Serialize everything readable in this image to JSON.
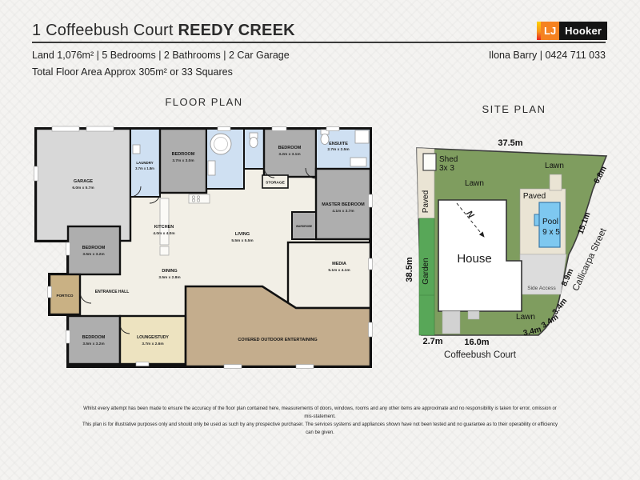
{
  "header": {
    "address": "1 Coffeebush Court",
    "suburb": "REEDY CREEK",
    "logo": {
      "lj": "LJ",
      "hooker": "Hooker"
    },
    "details": "Land 1,076m² | 5 Bedrooms | 2 Bathrooms | 2 Car Garage",
    "agent": "Ilona Barry | 0424 711 033",
    "floor_area": "Total Floor Area Approx 305m² or 33 Squares"
  },
  "floor_plan": {
    "title": "FLOOR PLAN",
    "rooms": {
      "garage": {
        "name": "GARAGE",
        "dims": "6.0m x 5.7m"
      },
      "laundry": {
        "name": "LAUNDRY",
        "dims": "3.7m x 1.8m"
      },
      "bedroom2": {
        "name": "BEDROOM",
        "dims": "3.7m x 3.0m"
      },
      "bedroom3": {
        "name": "BEDROOM",
        "dims": "3.2m x 3.1m"
      },
      "ensuite": {
        "name": "ENSUITE",
        "dims": "2.7m x 2.5m"
      },
      "master": {
        "name": "MASTER BEDROOM",
        "dims": "4.1m x 3.7m"
      },
      "wardrobe": {
        "name": "WARDROBE"
      },
      "storage": {
        "name": "STORAGE"
      },
      "kitchen": {
        "name": "KITCHEN",
        "dims": "4.0m x 4.0m"
      },
      "living": {
        "name": "LIVING",
        "dims": "5.5m x 5.5m"
      },
      "dining": {
        "name": "DINING",
        "dims": "3.5m x 2.8m"
      },
      "media": {
        "name": "MEDIA",
        "dims": "5.1m x 4.1m"
      },
      "bedroom4": {
        "name": "BEDROOM",
        "dims": "3.5m x 3.2m"
      },
      "entrance": {
        "name": "ENTRANCE HALL"
      },
      "portico": {
        "name": "PORTICO"
      },
      "bedroom5": {
        "name": "BEDROOM",
        "dims": "3.5m x 3.2m"
      },
      "lounge": {
        "name": "LOUNGE/STUDY",
        "dims": "3.7m x 2.6m"
      },
      "outdoor": {
        "name": "COVERED OUTDOOR ENTERTAINING"
      }
    }
  },
  "site_plan": {
    "title": "SITE PLAN",
    "labels": {
      "shed": "Shed",
      "shed_size": "3x 3",
      "lawn_top_left": "Lawn",
      "lawn_top_right": "Lawn",
      "lawn_bottom": "Lawn",
      "paved_left": "Paved",
      "paved_pool": "Paved",
      "garden": "Garden",
      "house": "House",
      "pool": "Pool",
      "pool_size": "9 x 5",
      "side_access": "Side Access",
      "north": "N"
    },
    "dimensions": {
      "top": "37.5m",
      "left": "38.5m",
      "right_upper": "6.8m",
      "right_mid": "15.1m",
      "right_lower": "8.9m",
      "curve_1": "3.4m",
      "curve_2": "3.4m",
      "curve_3": "3.4m",
      "bottom_left": "2.7m",
      "bottom": "16.0m"
    },
    "streets": {
      "front": "Coffeebush Court",
      "side": "Callicarpa Street"
    }
  },
  "disclaimer": {
    "line1": "Whilst every attempt has been made to ensure the accuracy of the floor plan contained here, measurements of doors, windows, rooms and any other items are approximate and no responsibility is taken for error, omission or mis-statement.",
    "line2": "This plan is for illustrative purposes only and should only be used as such by any prospective purchaser. The services systems and appliances shown have not been tested and no guarantee as to their operability or efficiency can be given."
  },
  "colors": {
    "brand_orange": "#f58220",
    "brand_black": "#141414",
    "bedroom_grey": "#aeaeae",
    "garage_grey": "#d8d8d8",
    "wet_area_blue": "#cfe0f2",
    "living_cream": "#f2efe6",
    "outdoor_tan": "#c4ad8d",
    "lawn_green": "#7f9d5f",
    "garden_green": "#58a758",
    "pool_blue": "#7ec8f0"
  }
}
